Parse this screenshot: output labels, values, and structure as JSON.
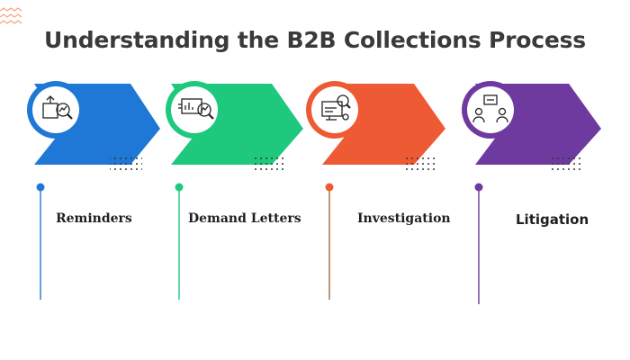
{
  "title": "Understanding the B2B Collections Process",
  "steps": [
    {
      "label": "Reminders",
      "color": "#1f78d6",
      "icon": "search-growth-icon"
    },
    {
      "label": "Demand Letters",
      "color": "#1ec97e",
      "icon": "analytics-dashboard-icon"
    },
    {
      "label": "Investigation",
      "color": "#ee5a34",
      "icon": "investigation-magnifier-icon"
    },
    {
      "label": "Litigation",
      "color": "#6e3aa0",
      "icon": "meeting-discussion-icon"
    }
  ],
  "decor_color": "#f4a37c"
}
